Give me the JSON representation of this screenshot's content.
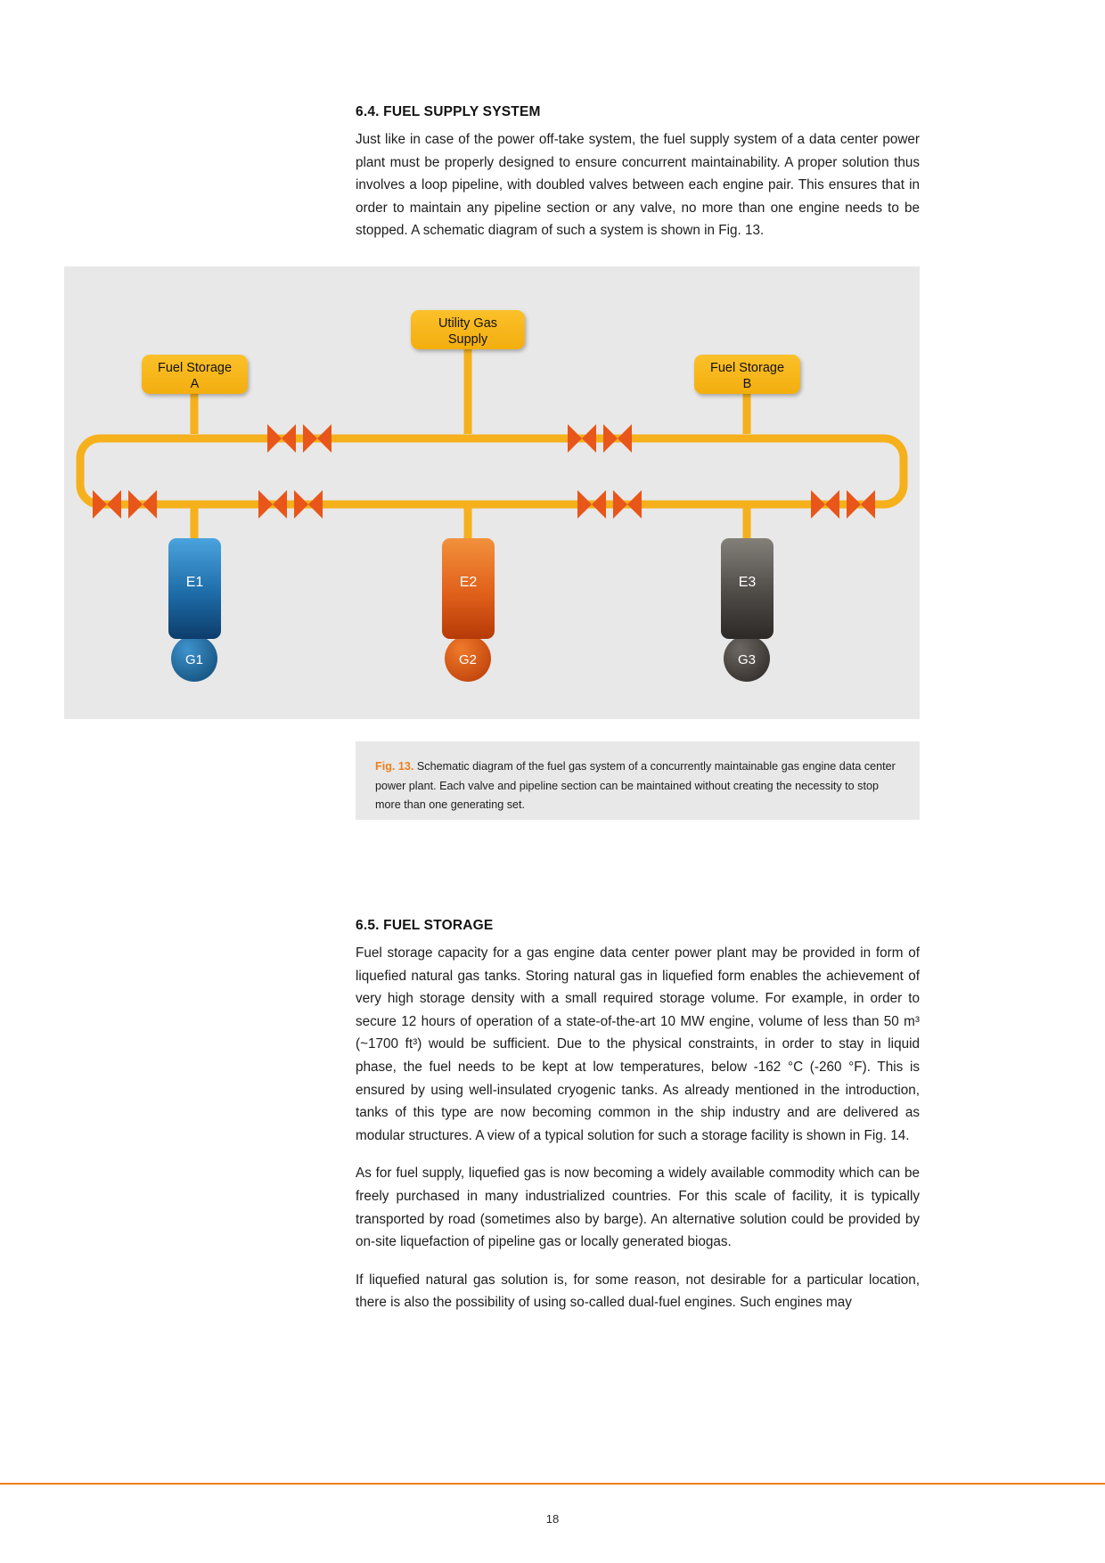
{
  "sections": [
    {
      "id": "fuel-supply",
      "heading": "6.4. FUEL SUPPLY SYSTEM",
      "paragraphs": [
        "Just like in case of the power off-take system, the fuel supply system of a data center power plant must be properly designed to ensure concurrent maintainability. A proper solution thus involves a loop pipeline, with doubled valves between each engine pair. This ensures that in order to maintain any pipeline section or any valve, no more than one engine needs to be stopped. A schematic diagram of such a system is shown in Fig. 13."
      ]
    },
    {
      "id": "fuel-storage",
      "heading": "6.5. FUEL STORAGE",
      "paragraphs": [
        "Fuel storage capacity for a gas engine data center power plant may be provided in form of liquefied natural gas tanks. Storing natural gas in liquefied form enables the achievement of very high storage density with a small required storage volume. For example, in order to secure 12 hours of operation of a state-of-the-art 10 MW engine, volume of less than 50 m³ (~1700 ft³) would be sufficient. Due to the physical constraints, in order to stay in liquid phase, the fuel needs to be kept at low temperatures, below -162 °C (-260 °F). This is ensured by using well-insulated cryogenic tanks. As already mentioned in the introduction, tanks of this type are now becoming common in the ship industry and are delivered as modular structures. A view of a typical solution for such a storage facility is shown in Fig. 14.",
        "As for fuel supply, liquefied gas is now becoming a widely available commodity which can be freely purchased in many industrialized countries. For this scale of facility, it is typically transported by road (sometimes also by barge). An alternative solution could be provided by on-site liquefaction of pipeline gas or locally generated biogas.",
        "If liquefied natural gas solution is, for some reason, not desirable for a particular location, there is also the possibility of using so-called dual-fuel engines. Such engines may"
      ]
    }
  ],
  "figure": {
    "caption_label": "Fig. 13.",
    "caption_text": " Schematic diagram of the fuel gas system of a concurrently maintainable gas engine data center power plant. Each valve and pipeline section can be maintained without creating the necessity to stop more than one generating set.",
    "panel_background": "#e8e8e8",
    "pipe_color": "#f5b01c",
    "valve_color": "#e8561a",
    "sources": [
      {
        "id": "fuel-storage-a",
        "label_line1": "Fuel Storage",
        "label_line2": "A"
      },
      {
        "id": "utility-gas-supply",
        "label_line1": "Utility Gas",
        "label_line2": "Supply"
      },
      {
        "id": "fuel-storage-b",
        "label_line1": "Fuel Storage",
        "label_line2": "B"
      }
    ],
    "engines": [
      {
        "id": "e1",
        "engine_label": "E1",
        "generator_label": "G1",
        "engine_color_top": "#3e9ad6",
        "engine_color_bottom": "#0e3f6d",
        "generator_color": "#1a6fae"
      },
      {
        "id": "e2",
        "engine_label": "E2",
        "generator_label": "G2",
        "engine_color_top": "#f08a34",
        "engine_color_bottom": "#ba3c09",
        "generator_color": "#d9551a"
      },
      {
        "id": "e3",
        "engine_label": "E3",
        "generator_label": "G3",
        "engine_color_top": "#7e7a74",
        "engine_color_bottom": "#2e2b28",
        "generator_color": "#575350"
      }
    ],
    "valve_pairs_upper": 2,
    "valve_pairs_lower": 4
  },
  "footer": {
    "page_number": "18",
    "rule_color": "#ef7f1a"
  }
}
